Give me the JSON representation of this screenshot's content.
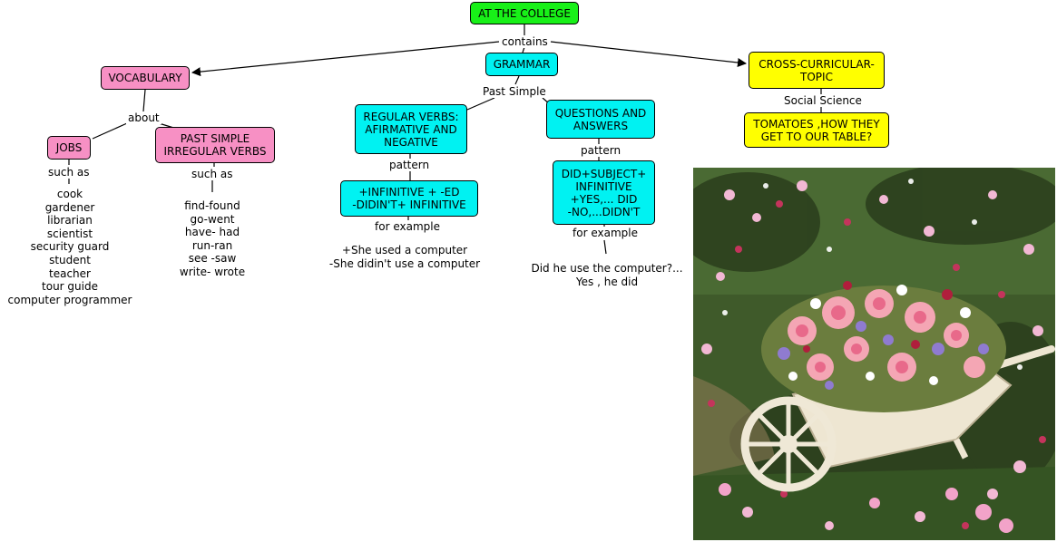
{
  "nodes": {
    "root": "AT THE COLLEGE",
    "vocabulary": "VOCABULARY",
    "grammar": "GRAMMAR",
    "cross_line1": "CROSS-CURRICULAR-",
    "cross_line2": "TOPIC",
    "jobs": "JOBS",
    "past_irregular_line1": "PAST SIMPLE",
    "past_irregular_line2": "IRREGULAR VERBS",
    "regular_line1": "REGULAR VERBS:",
    "regular_line2": "AFIRMATIVE AND",
    "regular_line3": "NEGATIVE",
    "questions_line1": "QUESTIONS AND",
    "questions_line2": "ANSWERS",
    "tomatoes_line1": "TOMATOES ,HOW THEY",
    "tomatoes_line2": "GET TO OUR  TABLE?",
    "infinitive_line1": "+INFINITIVE + -ED",
    "infinitive_line2": "-DIDIN'T+ INFINITIVE",
    "did_line1": "DID+SUBJECT+",
    "did_line2": "INFINITIVE",
    "did_line3": "+YES,... DID",
    "did_line4": "-NO,...DIDN'T"
  },
  "links": {
    "contains": "contains",
    "about": "about",
    "past_simple": "Past Simple",
    "social_science": "Social Science",
    "such_as_jobs": "such as",
    "such_as_verbs": "such as",
    "pattern_regular": "pattern",
    "pattern_questions": "pattern",
    "for_example_regular": "for example",
    "for_example_questions": "for example"
  },
  "jobs_list": [
    "cook",
    "gardener",
    "librarian",
    "scientist",
    "security guard",
    "student",
    "teacher",
    "tour guide",
    "computer programmer"
  ],
  "irregular_list": [
    "find-found",
    "go-went",
    "have- had",
    "run-ran",
    "see -saw",
    "write- wrote"
  ],
  "regular_examples": [
    "+She used a computer",
    "-She didin't use a computer"
  ],
  "question_examples": [
    "Did he use the computer?...",
    "Yes , he did"
  ],
  "colors": {
    "root": "#18f018",
    "vocabulary": "#f790c4",
    "grammar": "#00f2f2",
    "cross_topic": "#ffff00"
  }
}
